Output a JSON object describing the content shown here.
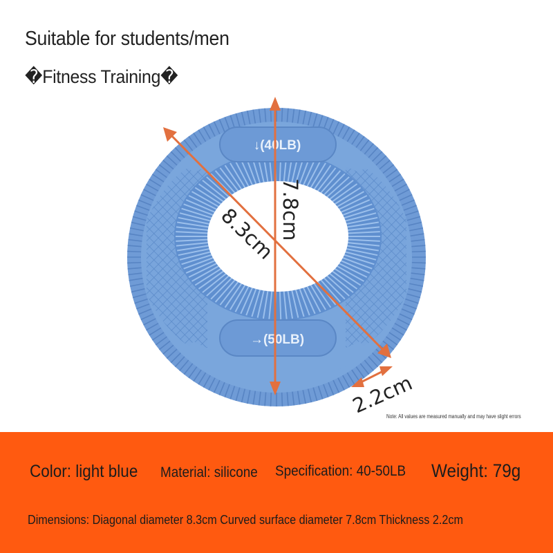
{
  "header": {
    "tagline": "Suitable for students/men",
    "category": "�Fitness Training�"
  },
  "product": {
    "name_icon": "grip-ring-icon",
    "color_hex": "#7aa6dc",
    "top_window_label": "↓(40LB)",
    "bottom_window_label": "→(50LB)"
  },
  "measurements": {
    "diagonal": "8.3cm",
    "height": "7.8cm",
    "thickness": "2.2cm",
    "arrow_color": "#e2703f"
  },
  "note": "Note: All values are measured manually and may have slight errors",
  "specs": {
    "band_color": "#ff5a10",
    "color": "Color: light blue",
    "material": "Material: silicone",
    "specification": "Specification: 40-50LB",
    "weight": "Weight: 79g",
    "dimensions": "Dimensions: Diagonal diameter 8.3cm Curved surface diameter 7.8cm Thickness 2.2cm"
  }
}
